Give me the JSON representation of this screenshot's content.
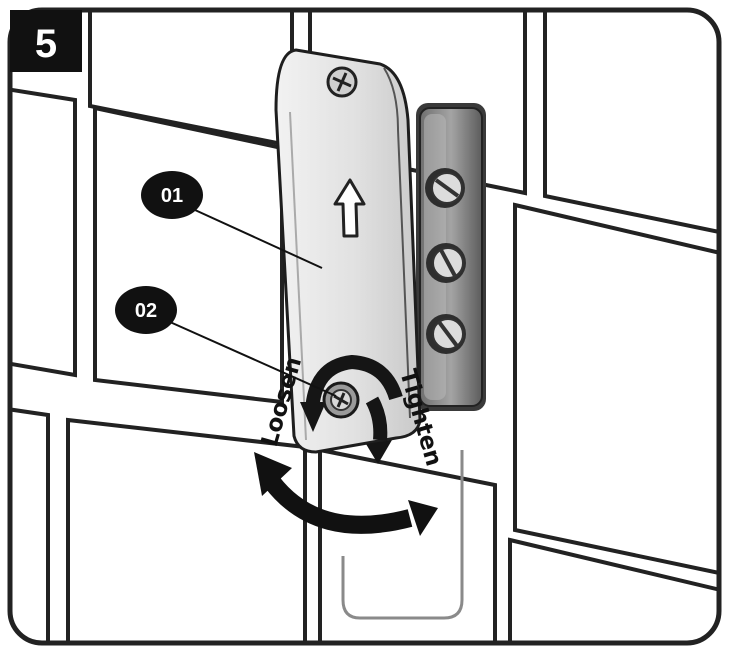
{
  "step": {
    "number": "5"
  },
  "callouts": [
    {
      "id": "01",
      "label": "01"
    },
    {
      "id": "02",
      "label": "02"
    }
  ],
  "directions": {
    "loosen": "Loosen",
    "tighten": "Tighten"
  },
  "colors": {
    "frame": "#222222",
    "badge": "#111111",
    "bracket": "#e4e4e4",
    "mount": "#8d8d8d",
    "arrow": "#111111",
    "cable": "#8a8a8a"
  }
}
